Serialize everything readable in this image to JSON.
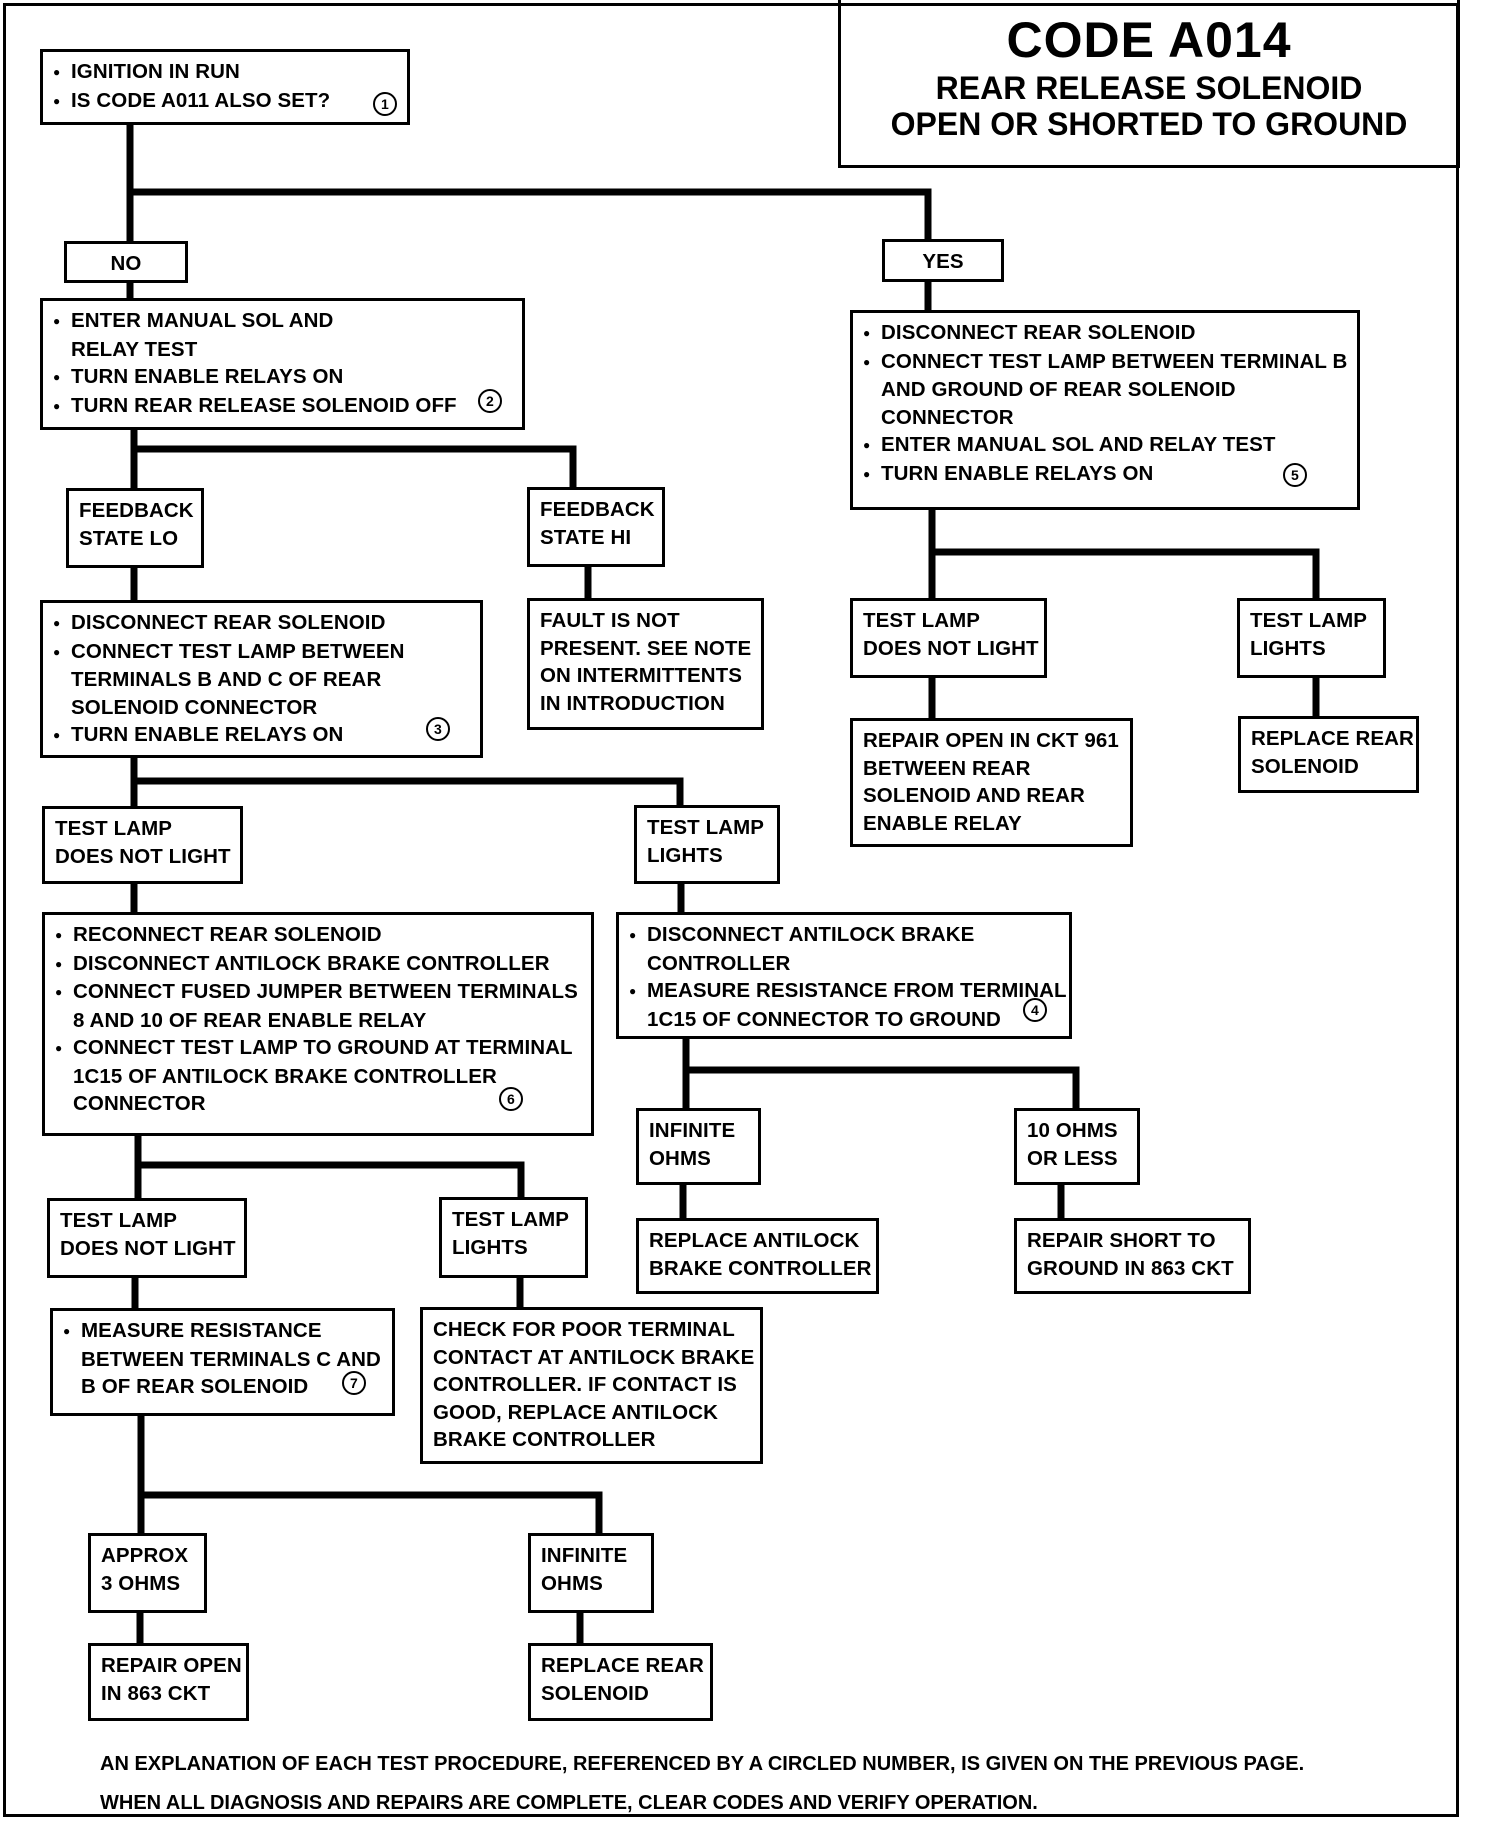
{
  "title": {
    "code": "CODE A014",
    "subtitle_line1": "REAR RELEASE SOLENOID",
    "subtitle_line2": "OPEN OR SHORTED TO GROUND"
  },
  "boxes": {
    "start": {
      "lines": [
        "IGNITION IN RUN",
        "IS CODE A011 ALSO SET?"
      ],
      "step": "1"
    },
    "no": {
      "label": "NO"
    },
    "yes": {
      "label": "YES"
    },
    "no_action": {
      "lines": [
        "ENTER MANUAL SOL AND",
        "RELAY TEST",
        "TURN ENABLE RELAYS ON",
        "TURN REAR RELEASE SOLENOID OFF"
      ],
      "step": "2"
    },
    "feedback_lo": {
      "lines": [
        "FEEDBACK",
        "STATE LO"
      ]
    },
    "feedback_hi": {
      "lines": [
        "FEEDBACK",
        "STATE HI"
      ]
    },
    "fault_not_present": {
      "lines": [
        "FAULT IS NOT",
        "PRESENT. SEE NOTE",
        "ON INTERMITTENTS",
        "IN INTRODUCTION"
      ]
    },
    "lo_action": {
      "lines": [
        "DISCONNECT REAR  SOLENOID",
        "CONNECT TEST LAMP BETWEEN",
        "TERMINALS B AND C OF REAR",
        "SOLENOID CONNECTOR",
        "TURN ENABLE RELAYS ON"
      ],
      "step": "3"
    },
    "lo_lamp_not_light": {
      "lines": [
        "TEST LAMP",
        "DOES NOT LIGHT"
      ]
    },
    "lo_lamp_lights": {
      "lines": [
        "TEST LAMP",
        "LIGHTS"
      ]
    },
    "step6_action": {
      "lines": [
        "RECONNECT REAR SOLENOID",
        "DISCONNECT ANTILOCK BRAKE CONTROLLER",
        "CONNECT FUSED JUMPER BETWEEN TERMINALS",
        "8 AND 10 OF REAR ENABLE RELAY",
        "CONNECT TEST LAMP TO GROUND AT TERMINAL",
        "1C15 OF ANTILOCK BRAKE CONTROLLER",
        "CONNECTOR"
      ],
      "step": "6"
    },
    "step4_action": {
      "lines": [
        "DISCONNECT ANTILOCK BRAKE",
        "CONTROLLER",
        "MEASURE RESISTANCE FROM TERMINAL",
        "1C15 OF CONNECTOR TO GROUND"
      ],
      "step": "4"
    },
    "infinite_ohms_4": {
      "lines": [
        "INFINITE",
        "OHMS"
      ]
    },
    "ten_ohms": {
      "lines": [
        "10 OHMS",
        "OR LESS"
      ]
    },
    "replace_controller": {
      "lines": [
        "REPLACE ANTILOCK",
        "BRAKE CONTROLLER"
      ]
    },
    "repair_short": {
      "lines": [
        "REPAIR SHORT TO",
        "GROUND IN 863 CKT"
      ]
    },
    "s6_not_light": {
      "lines": [
        "TEST LAMP",
        "DOES NOT LIGHT"
      ]
    },
    "s6_lights": {
      "lines": [
        "TEST LAMP",
        "LIGHTS"
      ]
    },
    "step7_action": {
      "lines": [
        "MEASURE RESISTANCE",
        "BETWEEN TERMINALS C AND",
        "B OF REAR  SOLENOID"
      ],
      "step": "7"
    },
    "check_terminal": {
      "lines": [
        "CHECK FOR POOR TERMINAL",
        "CONTACT AT ANTILOCK BRAKE",
        "CONTROLLER. IF CONTACT IS",
        "GOOD, REPLACE ANTILOCK",
        "BRAKE CONTROLLER"
      ]
    },
    "approx_3": {
      "lines": [
        "APPROX",
        "3 OHMS"
      ]
    },
    "infinite_ohms_7": {
      "lines": [
        "INFINITE",
        "OHMS"
      ]
    },
    "repair_open_863": {
      "lines": [
        "REPAIR OPEN",
        "IN 863 CKT"
      ]
    },
    "replace_solenoid_left": {
      "lines": [
        "REPLACE REAR",
        "SOLENOID"
      ]
    },
    "yes_action": {
      "lines": [
        "DISCONNECT REAR SOLENOID",
        "CONNECT TEST LAMP BETWEEN TERMINAL B",
        "AND GROUND OF REAR  SOLENOID",
        "CONNECTOR",
        "ENTER MANUAL SOL AND RELAY TEST",
        "TURN ENABLE RELAYS ON"
      ],
      "step": "5"
    },
    "yes_not_light": {
      "lines": [
        "TEST LAMP",
        "DOES NOT LIGHT"
      ]
    },
    "yes_lights": {
      "lines": [
        "TEST LAMP",
        "LIGHTS"
      ]
    },
    "repair_961": {
      "lines": [
        "REPAIR OPEN IN CKT 961",
        "BETWEEN REAR",
        "SOLENOID AND REAR",
        "ENABLE RELAY"
      ]
    },
    "replace_solenoid_right": {
      "lines": [
        "REPLACE REAR",
        "SOLENOID"
      ]
    }
  },
  "footer": {
    "line1": "AN EXPLANATION OF EACH TEST PROCEDURE, REFERENCED BY A CIRCLED NUMBER,  IS GIVEN ON THE  PREVIOUS PAGE.",
    "line2": "WHEN ALL DIAGNOSIS AND REPAIRS ARE COMPLETE, CLEAR CODES AND VERIFY OPERATION."
  }
}
